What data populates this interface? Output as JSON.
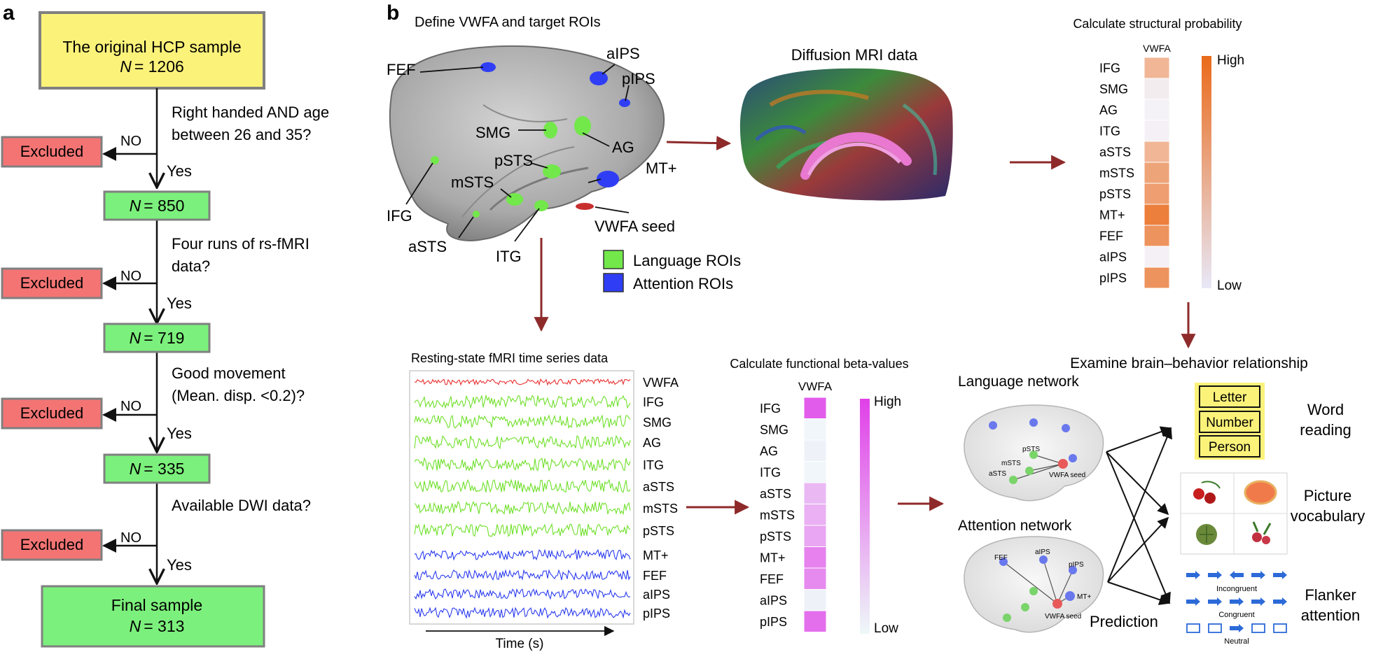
{
  "panel_a": {
    "label": "a",
    "start_box": {
      "line1": "The original HCP sample",
      "n_label": "N",
      "n_value": "= 1206"
    },
    "steps": [
      {
        "q1": "Right handed AND age",
        "q2": "between 26 and 35?",
        "no": "NO",
        "excluded": "Excluded",
        "yes": "Yes",
        "n_value": "= 850"
      },
      {
        "q1": "Four runs of rs-fMRI",
        "q2": "data?",
        "no": "NO",
        "excluded": "Excluded",
        "yes": "Yes",
        "n_value": "= 719"
      },
      {
        "q1": "Good movement",
        "q2": "(Mean. disp. <0.2)?",
        "no": "NO",
        "excluded": "Excluded",
        "yes": "Yes",
        "n_value": "= 335"
      },
      {
        "q1": "Available DWI data?",
        "q2": "",
        "no": "NO",
        "excluded": "Excluded",
        "yes": "Yes",
        "n_value": "= 313"
      }
    ],
    "n_label": "N",
    "final_label": "Final sample",
    "colors": {
      "yellow": "#fbf27a",
      "green": "#7cf07c",
      "red": "#f47474",
      "border": "#808080"
    }
  },
  "panel_b": {
    "label": "b",
    "define_title": "Define VWFA and target ROIs",
    "brain_labels": {
      "fef": "FEF",
      "aips": "aIPS",
      "pips": "pIPS",
      "smg": "SMG",
      "ag": "AG",
      "psts": "pSTS",
      "msts": "mSTS",
      "mt": "MT+",
      "ifg": "IFG",
      "asts": "aSTS",
      "itg": "ITG",
      "vwfa_seed": "VWFA seed"
    },
    "legend": {
      "language": "Language ROIs",
      "attention": "Attention  ROIs",
      "language_color": "#72e84a",
      "attention_color": "#2f3ef5"
    },
    "diffusion_title": "Diffusion MRI data",
    "structural": {
      "title": "Calculate structural probability",
      "column": "VWFA",
      "rows": [
        "IFG",
        "SMG",
        "AG",
        "ITG",
        "aSTS",
        "mSTS",
        "pSTS",
        "MT+",
        "FEF",
        "aIPS",
        "pIPS"
      ],
      "values": [
        0.45,
        0.06,
        0.02,
        0.03,
        0.45,
        0.58,
        0.62,
        0.85,
        0.7,
        0.03,
        0.7
      ],
      "high": "High",
      "low": "Low",
      "color": "#ea6a1a"
    },
    "timeseries": {
      "title": "Resting-state fMRI time series data",
      "labels": [
        "VWFA",
        "IFG",
        "SMG",
        "AG",
        "ITG",
        "aSTS",
        "mSTS",
        "pSTS",
        "MT+",
        "FEF",
        "aIPS",
        "pIPS"
      ],
      "groups": [
        "seed",
        "language",
        "language",
        "language",
        "language",
        "language",
        "language",
        "language",
        "attention",
        "attention",
        "attention",
        "attention"
      ],
      "colors": {
        "seed": "#e83030",
        "language": "#6fe02a",
        "attention": "#2c3cf0"
      },
      "xlabel": "Time (s)"
    },
    "functional": {
      "title": "Calculate functional beta-values",
      "column": "VWFA",
      "rows": [
        "IFG",
        "SMG",
        "AG",
        "ITG",
        "aSTS",
        "mSTS",
        "pSTS",
        "MT+",
        "FEF",
        "aIPS",
        "pIPS"
      ],
      "values": [
        0.85,
        0.02,
        0.05,
        0.02,
        0.35,
        0.4,
        0.45,
        0.65,
        0.6,
        0.05,
        0.75
      ],
      "high": "High",
      "low": "Low",
      "color": "#e040e8"
    },
    "behavior": {
      "title": "Examine brain–behavior relationship",
      "language_network": "Language network",
      "attention_network": "Attention network",
      "lang_nodes": {
        "psts": "pSTS",
        "msts": "mSTS",
        "asts": "aSTS",
        "seed": "VWFA seed"
      },
      "att_nodes": {
        "fef": "FEF",
        "aips": "aIPS",
        "pips": "pIPS",
        "mt": "MT+",
        "seed": "VWFA seed"
      },
      "prediction": "Prediction",
      "word_buttons": [
        "Letter",
        "Number",
        "Person"
      ],
      "word_reading": [
        "Word",
        "reading"
      ],
      "picture_vocab": [
        "Picture",
        "vocabulary"
      ],
      "flanker": [
        "Flanker",
        "attention"
      ],
      "flanker_labels": [
        "Incongruent",
        "Congruent",
        "Neutral"
      ]
    }
  }
}
